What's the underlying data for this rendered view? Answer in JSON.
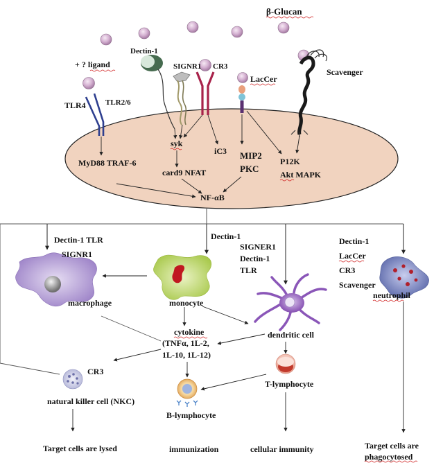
{
  "title": "β-Glucan",
  "receptors": {
    "ligand": "+ ? ligand",
    "tlr4": "TLR4",
    "tlr26": "TLR2/6",
    "dectin1": "Dectin-1",
    "signr1": "SIGNR1",
    "cr3": "CR3",
    "laccer": "LacCer",
    "scavenger": "Scavenger"
  },
  "cell_interior": {
    "myd88": "MyD88 TRAF-6",
    "syk": "syk",
    "card9": "card9 NFAT",
    "ic3": "iC3",
    "mip2": "MIP2",
    "pkc": "PKC",
    "p12k": "P12K",
    "akt": "Akt MAPK",
    "nfkb": "NF-αB"
  },
  "cells": {
    "macrophage": "macrophage",
    "monocyte": "monocyte",
    "dendritic": "dendritic cell",
    "neutrophil": "neutrophil",
    "tlymph": "T-lymphocyte",
    "blymph": "B-lymphocyte",
    "nkc": "natural killer cell (NKC)"
  },
  "receptor_labels": {
    "macro_a": "Dectin-1 TLR",
    "macro_b": "SIGNR1",
    "mono": "Dectin-1",
    "dc_a": "SIGNER1",
    "dc_b": "Dectin-1",
    "dc_c": "TLR",
    "neu_a": "Dectin-1",
    "neu_b": "LacCer",
    "neu_c": "CR3",
    "neu_d": "Scavenger",
    "nkc": "CR3"
  },
  "cytokine": {
    "title": "cytokine",
    "line1": "(TNFα, 1L-2,",
    "line2": "1L-10,  1L-12)"
  },
  "outcomes": {
    "lysed": "Target cells are lysed",
    "immunization": "immunization",
    "cellular": "cellular immunity",
    "phago1": "Target   cells   are",
    "phago2": "phagocytosed"
  },
  "colors": {
    "cell_fill": "#f1d3bf",
    "glucan": "#caa3c7",
    "tlr": "#2e3f8f",
    "cr3": "#a8224a",
    "macrophage": "#a88fd0",
    "monocyte": "#bcd666",
    "dendritic": "#8a56b8",
    "neutrophil": "#6b77b8"
  }
}
